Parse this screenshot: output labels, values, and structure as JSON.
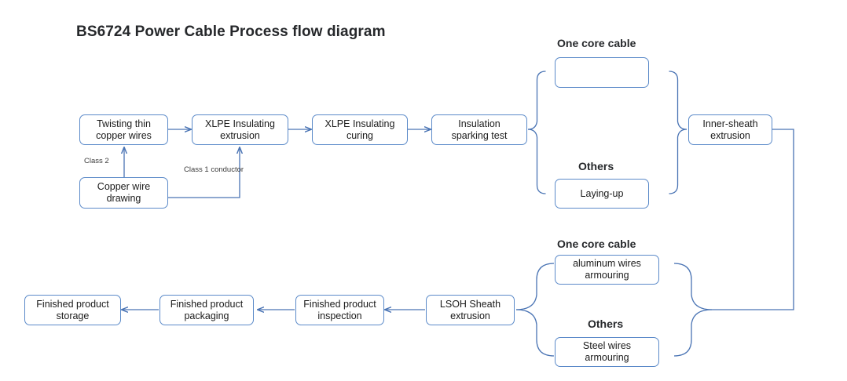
{
  "title": "BS6724 Power Cable Process flow diagram",
  "colors": {
    "node_border": "#5b8ac9",
    "node_fill": "#ffffff",
    "connector": "#4a74b4",
    "text": "#1a1a1a",
    "heading": "#26282b",
    "thick_arrow": "#3a62ab"
  },
  "nodes": {
    "twisting": {
      "line1": "Twisting thin",
      "line2": "copper wires"
    },
    "copper_drawing": {
      "line1": "Copper wire",
      "line2": "drawing"
    },
    "xlpe_extrusion": {
      "line1": "XLPE Insulating",
      "line2": "extrusion"
    },
    "xlpe_curing": {
      "line1": "XLPE Insulating",
      "line2": "curing"
    },
    "sparking_test": {
      "line1": "Insulation",
      "line2": "sparking test"
    },
    "laying_up": {
      "line1": "Laying-up",
      "line2": ""
    },
    "inner_sheath": {
      "line1": "Inner-sheath",
      "line2": "extrusion"
    },
    "aluminum_armouring": {
      "line1": "aluminum wires",
      "line2": "armouring"
    },
    "steel_armouring": {
      "line1": "Steel wires",
      "line2": "armouring"
    },
    "lsoh_sheath": {
      "line1": "LSOH Sheath",
      "line2": "extrusion"
    },
    "product_inspection": {
      "line1": "Finished product",
      "line2": "inspection"
    },
    "product_packaging": {
      "line1": "Finished product",
      "line2": "packaging"
    },
    "product_storage": {
      "line1": "Finished product",
      "line2": "storage"
    }
  },
  "group_headings": {
    "one_core_top": "One core cable",
    "others_top": "Others",
    "one_core_bottom": "One core cable",
    "others_bottom": "Others"
  },
  "edge_labels": {
    "class2": "Class 2",
    "class1_line1": "Class 1",
    "class1_line2": "conductor"
  },
  "icons": {
    "passthrough": "thick-right-arrow-icon"
  }
}
